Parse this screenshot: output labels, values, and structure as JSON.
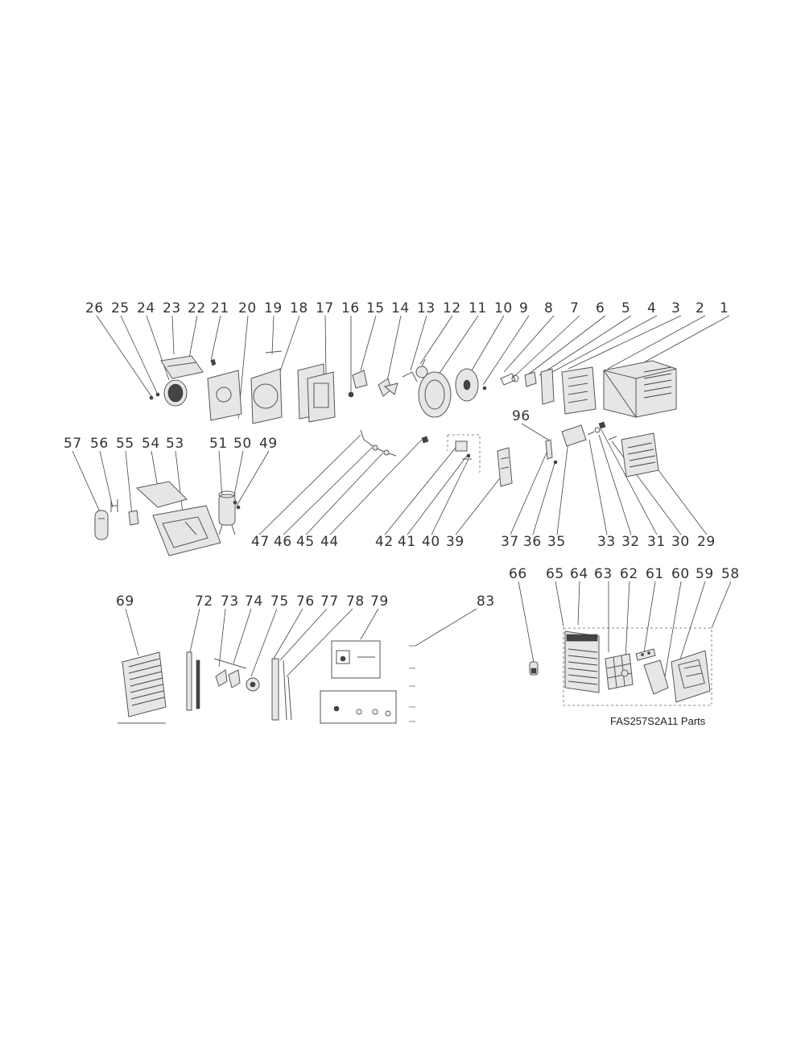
{
  "caption": "FAS257S2A11 Parts",
  "callouts": {
    "row1": [
      "26",
      "25",
      "24",
      "23",
      "22",
      "21",
      "20",
      "19",
      "18",
      "17",
      "16",
      "15",
      "14",
      "13",
      "12",
      "11",
      "10",
      "9",
      "8",
      "7",
      "6",
      "5",
      "4",
      "3",
      "2",
      "1"
    ],
    "row2_left": [
      "57",
      "56",
      "55",
      "54",
      "53"
    ],
    "row2_mid": [
      "51",
      "50",
      "49"
    ],
    "row2_bottom": [
      "47",
      "46",
      "45",
      "44",
      "42",
      "41",
      "40",
      "39",
      "37",
      "36",
      "35",
      "33",
      "32",
      "31",
      "30",
      "29"
    ],
    "row2_extra": "96",
    "row3_right": [
      "66",
      "65",
      "64",
      "63",
      "62",
      "61",
      "60",
      "59",
      "58"
    ],
    "row3_left": [
      "69",
      "72",
      "73",
      "74",
      "75",
      "76",
      "77",
      "78",
      "79",
      "83"
    ]
  }
}
